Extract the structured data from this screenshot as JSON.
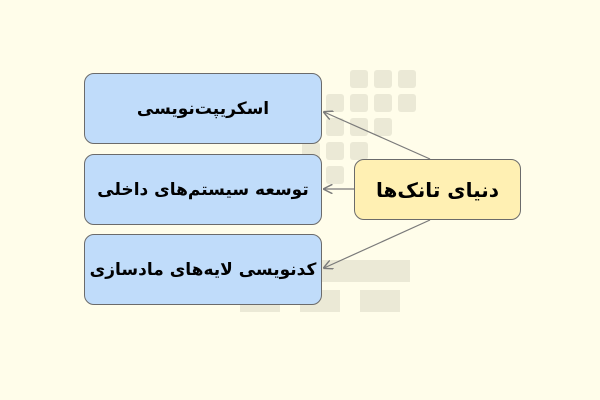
{
  "diagram": {
    "root": {
      "label": "دنیای تانک‌ها"
    },
    "children": [
      {
        "label": "اسکریپت‌نویسی"
      },
      {
        "label": "توسعه سیستم‌های داخلی"
      },
      {
        "label": "کدنویسی لایه‌های مادسازی"
      }
    ]
  },
  "colors": {
    "background": "#fffdea",
    "child_fill": "#c0dcfa",
    "root_fill": "#fff0b3",
    "border": "#6b6b6b",
    "edge": "#7a7a7a",
    "watermark": "#ebe9d6"
  },
  "watermark": {
    "name": "faradars-logo"
  }
}
